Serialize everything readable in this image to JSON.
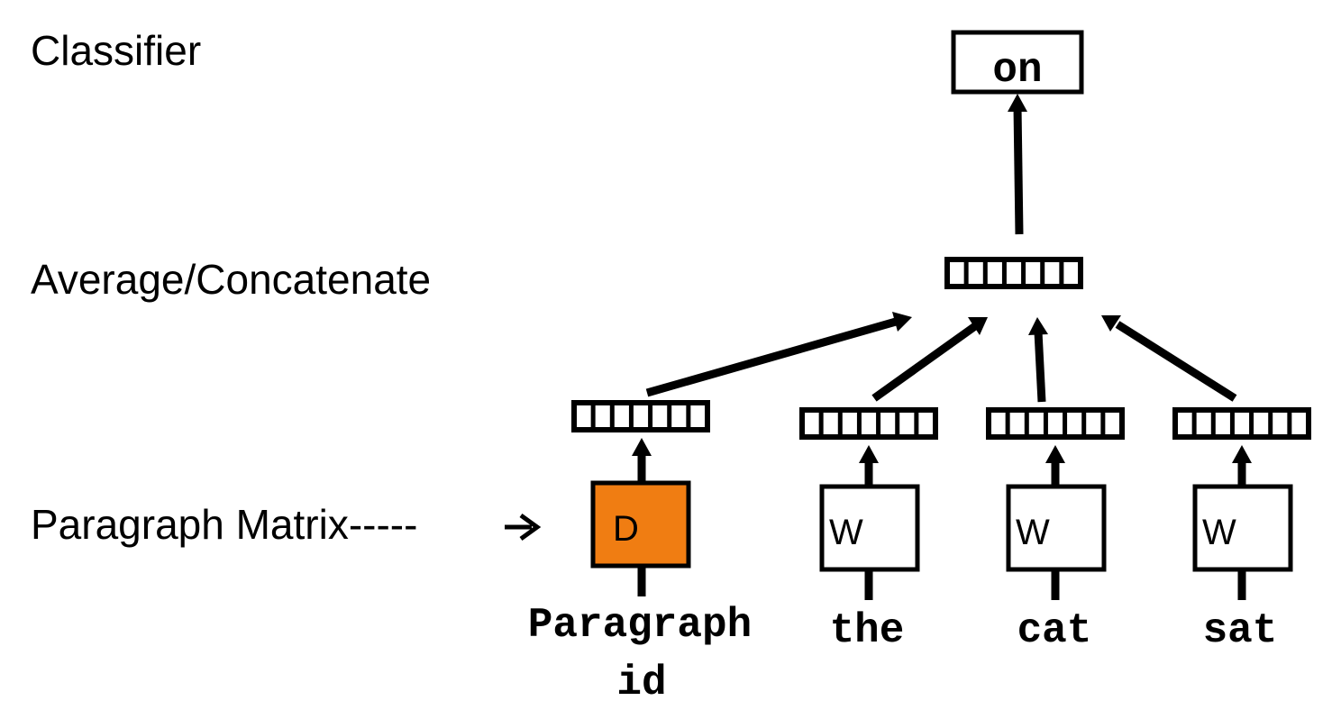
{
  "labels": {
    "classifier": "Classifier",
    "average_concatenate": "Average/Concatenate",
    "paragraph_matrix": "Paragraph Matrix-----"
  },
  "output_word": "on",
  "paragraph_box": {
    "letter": "D",
    "input_line1": "Paragraph",
    "input_line2": "id",
    "fill_color": "#f07d12"
  },
  "word_boxes": [
    {
      "letter": "W",
      "input": "the"
    },
    {
      "letter": "W",
      "input": "cat"
    },
    {
      "letter": "W",
      "input": "sat"
    }
  ],
  "vector_cells": 7
}
